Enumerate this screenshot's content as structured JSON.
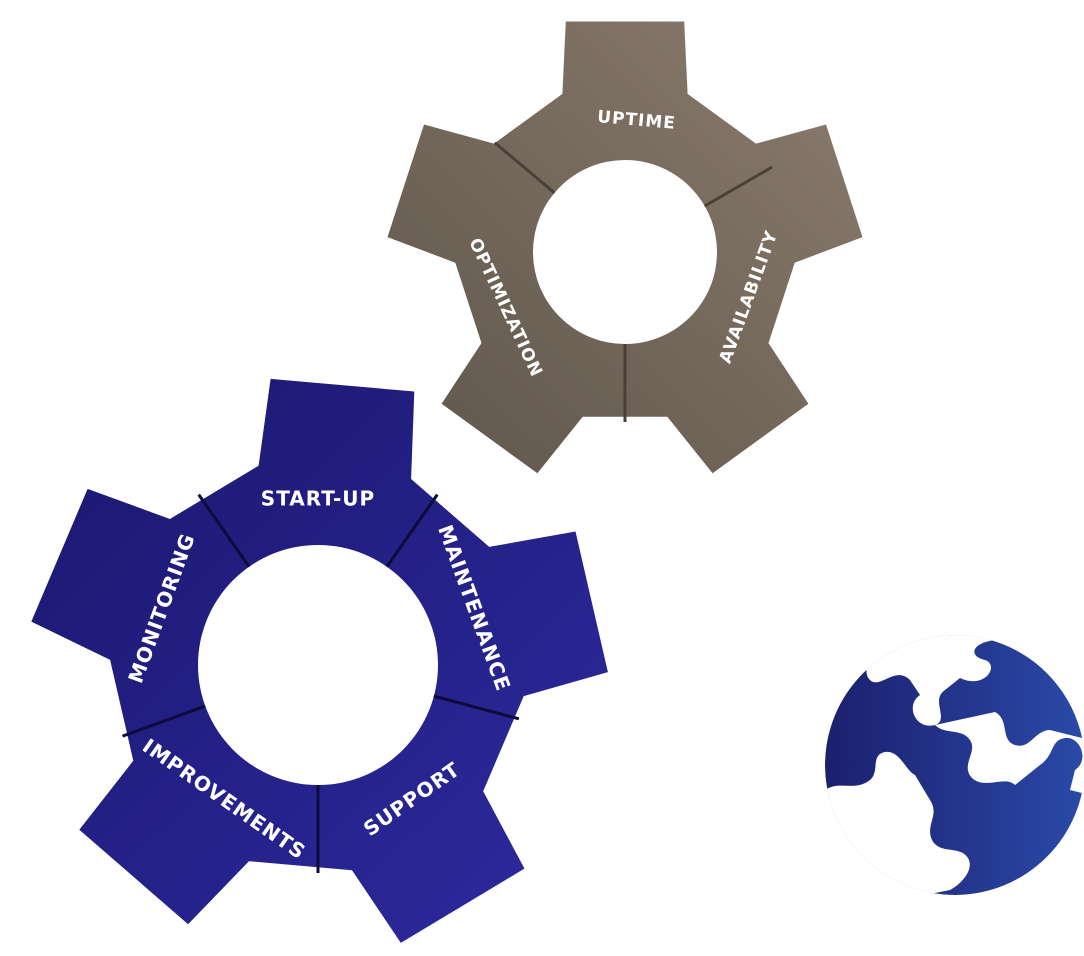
{
  "gear_top": {
    "segments": [
      "UPTIME",
      "AVAILABILITY",
      "OPTIMIZATION"
    ],
    "colors": {
      "light": "#8b7d6e",
      "dark": "#5f554b",
      "divider": "#4a4038"
    }
  },
  "gear_bottom": {
    "segments": [
      "START-UP",
      "MAINTENANCE",
      "SUPPORT",
      "IMPROVEMENTS",
      "MONITORING"
    ],
    "colors": {
      "light": "#2e2aa0",
      "dark": "#1a176e",
      "divider": "#0d0b3a"
    }
  },
  "puzzle_icon": {
    "colors": {
      "left": "#1c1f6e",
      "right": "#2a4aa8"
    }
  }
}
